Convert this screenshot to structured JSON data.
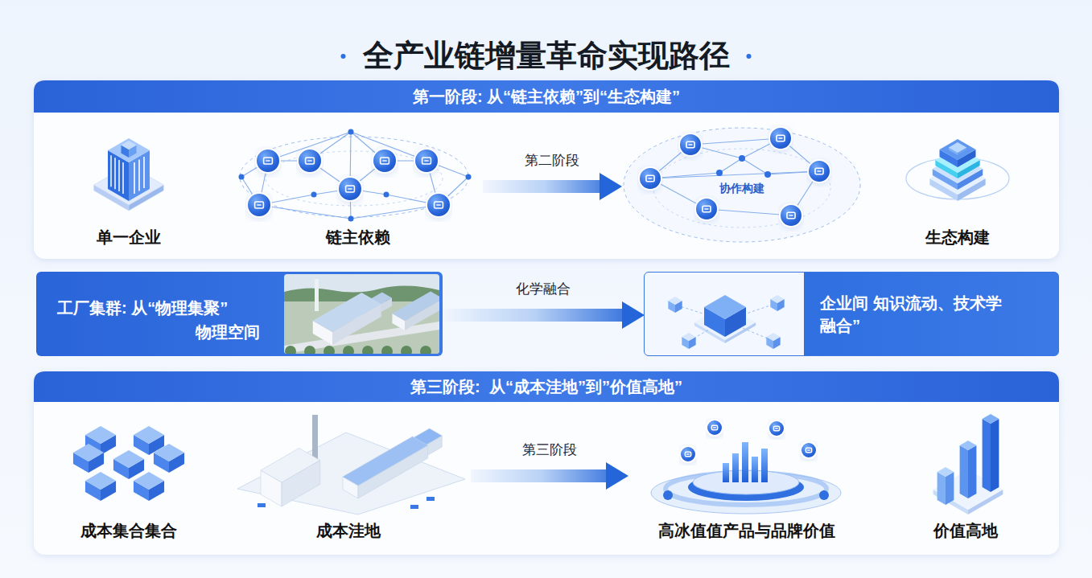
{
  "diagram": {
    "title": "全产业链增量革命实现路径",
    "nodes": [
      {
        "text": [
          "第一阶段: 从“链主依赖”到“生态构建”"
        ]
      },
      {
        "text": [
          "单一企业"
        ],
        "in": 0
      },
      {
        "text": [
          "链主依赖"
        ],
        "in": 0
      },
      {
        "text": [
          "协作构建"
        ],
        "in": 0
      },
      {
        "text": [
          "生态构建"
        ],
        "in": 0
      },
      {
        "text": [
          "工厂集群: 从“物理集聚”",
          "物理空间"
        ]
      },
      {
        "text": [
          "企业间 知识流动、技术学 融合”"
        ]
      },
      {
        "text": [
          "第三阶段:  从“成本洼地”到”价值高地”"
        ]
      },
      {
        "text": [
          "成本集合集合"
        ],
        "in": 7
      },
      {
        "text": [
          "成本洼地"
        ],
        "in": 7
      },
      {
        "text": [
          "高冰值值产品与品牌价值"
        ],
        "in": 7
      },
      {
        "text": [
          "价值高地"
        ],
        "in": 7
      }
    ],
    "edges": [
      {
        "from": 2,
        "to": 3,
        "label": "第二阶段",
        "arrow": "to"
      },
      {
        "from": 5,
        "to": 6,
        "label": "化学融合",
        "arrow": "to"
      },
      {
        "from": 9,
        "to": 10,
        "label": "第三阶段",
        "arrow": "to"
      }
    ]
  }
}
